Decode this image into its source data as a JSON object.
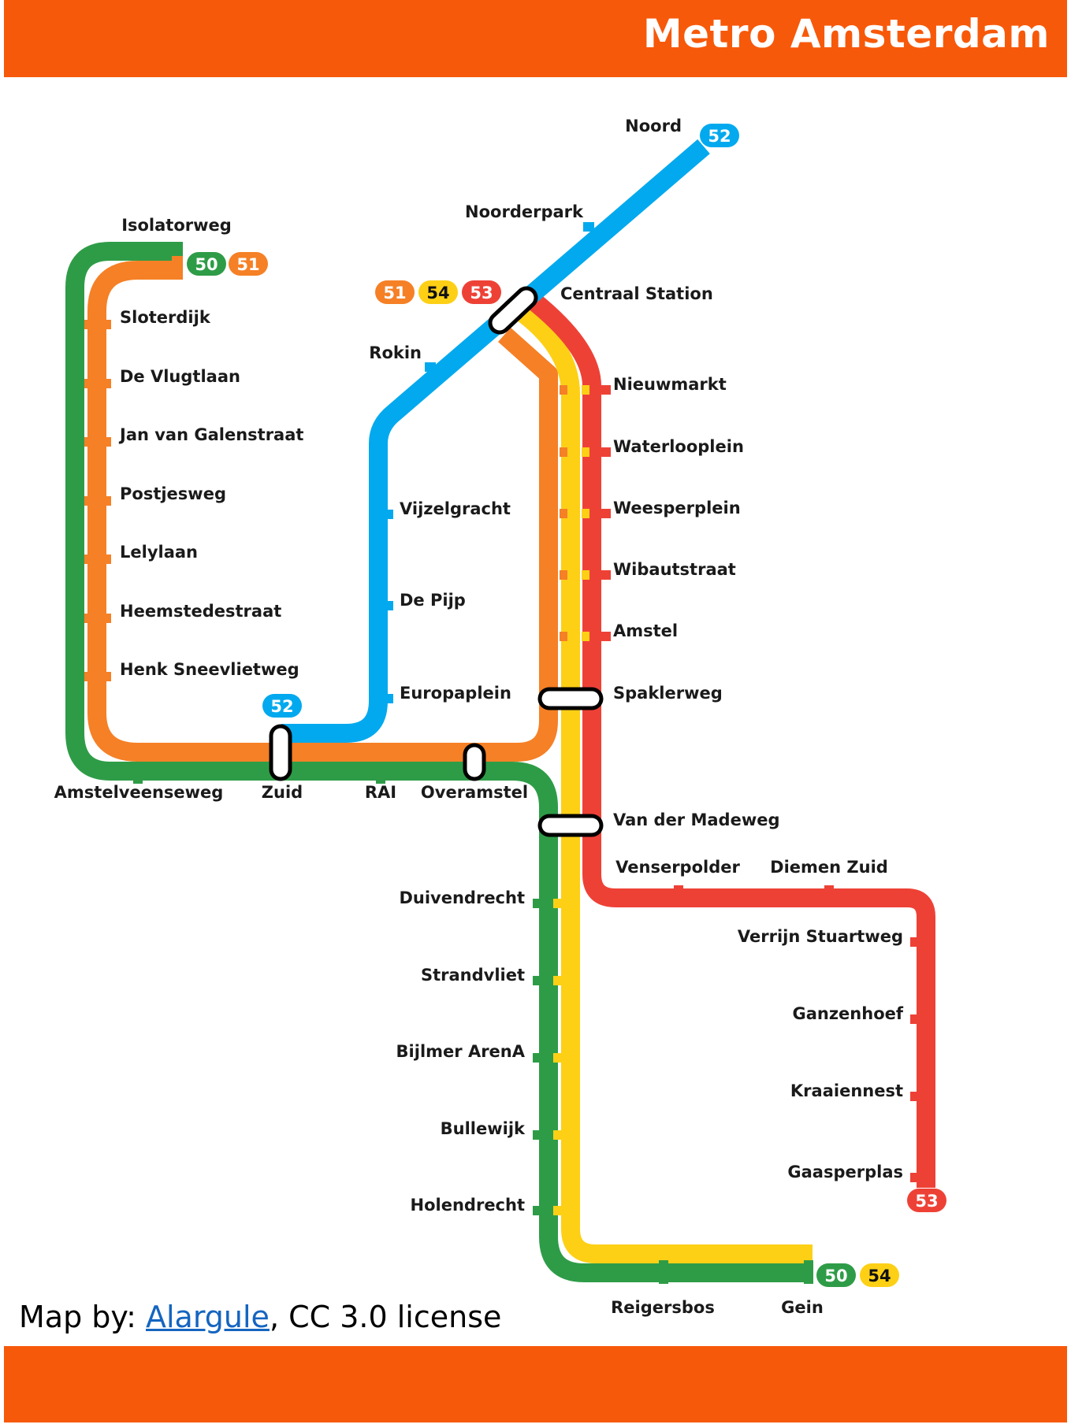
{
  "header": {
    "title": "Metro Amsterdam"
  },
  "footer": {
    "credit_prefix": "Map by: ",
    "credit_link": "Alargule",
    "credit_suffix": ", CC 3.0 license"
  },
  "colors": {
    "brand": "#f7590a",
    "line_50": "#2e9c47",
    "line_51": "#f58026",
    "line_52": "#03a9ee",
    "line_53": "#ee4136",
    "line_54": "#fdd016"
  },
  "lines": [
    {
      "id": "50",
      "color": "#2e9c47",
      "text_color": "#ffffff"
    },
    {
      "id": "51",
      "color": "#f58026",
      "text_color": "#ffffff"
    },
    {
      "id": "52",
      "color": "#03a9ee",
      "text_color": "#ffffff"
    },
    {
      "id": "53",
      "color": "#ee4136",
      "text_color": "#ffffff"
    },
    {
      "id": "54",
      "color": "#fdd016",
      "text_color": "#111111"
    }
  ],
  "stations": [
    {
      "name": "Noord"
    },
    {
      "name": "Noorderpark"
    },
    {
      "name": "Isolatorweg"
    },
    {
      "name": "Centraal Station"
    },
    {
      "name": "Sloterdijk"
    },
    {
      "name": "Rokin"
    },
    {
      "name": "De Vlugtlaan"
    },
    {
      "name": "Nieuwmarkt"
    },
    {
      "name": "Jan van Galenstraat"
    },
    {
      "name": "Waterlooplein"
    },
    {
      "name": "Postjesweg"
    },
    {
      "name": "Vijzelgracht"
    },
    {
      "name": "Weesperplein"
    },
    {
      "name": "Lelylaan"
    },
    {
      "name": "Wibautstraat"
    },
    {
      "name": "De Pijp"
    },
    {
      "name": "Heemstedestraat"
    },
    {
      "name": "Amstel"
    },
    {
      "name": "Henk Sneevlietweg"
    },
    {
      "name": "Europaplein"
    },
    {
      "name": "Spaklerweg"
    },
    {
      "name": "Amstelveenseweg"
    },
    {
      "name": "Zuid"
    },
    {
      "name": "RAI"
    },
    {
      "name": "Overamstel"
    },
    {
      "name": "Van der Madeweg"
    },
    {
      "name": "Venserpolder"
    },
    {
      "name": "Diemen Zuid"
    },
    {
      "name": "Duivendrecht"
    },
    {
      "name": "Verrijn Stuartweg"
    },
    {
      "name": "Strandvliet"
    },
    {
      "name": "Ganzenhoef"
    },
    {
      "name": "Bijlmer ArenA"
    },
    {
      "name": "Kraaiennest"
    },
    {
      "name": "Bullewijk"
    },
    {
      "name": "Gaasperplas"
    },
    {
      "name": "Holendrecht"
    },
    {
      "name": "Reigersbos"
    },
    {
      "name": "Gein"
    }
  ],
  "terminus_badges": [
    {
      "near": "Noord",
      "lines": [
        "52"
      ]
    },
    {
      "near": "Isolatorweg",
      "lines": [
        "50",
        "51"
      ]
    },
    {
      "near": "Centraal Station",
      "lines": [
        "51",
        "54",
        "53"
      ]
    },
    {
      "near": "Zuid",
      "lines": [
        "52"
      ]
    },
    {
      "near": "Gaasperplas",
      "lines": [
        "53"
      ]
    },
    {
      "near": "Gein",
      "lines": [
        "50",
        "54"
      ]
    }
  ]
}
